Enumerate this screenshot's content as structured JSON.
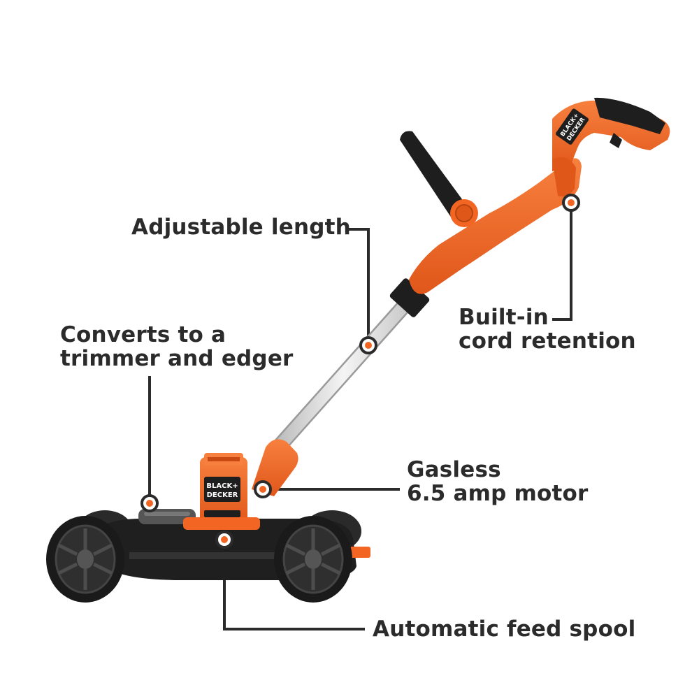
{
  "callouts": {
    "adjustable_length": "Adjustable length",
    "converts_line1": "Converts to a",
    "converts_line2": "trimmer and edger",
    "built_in_line1": "Built-in",
    "built_in_line2": "cord retention",
    "gasless_line1": "Gasless",
    "gasless_line2": "6.5 amp motor",
    "automatic_feed_spool": "Automatic feed spool"
  },
  "brand": {
    "logo_line1": "BLACK+",
    "logo_line2": "DECKER"
  },
  "colors": {
    "tool_orange": "#f26522",
    "tool_black": "#1e1e1e",
    "callout_line": "#2b2b2b",
    "marker_orange": "#f26522",
    "shaft_silver": "#e6e6e6"
  }
}
